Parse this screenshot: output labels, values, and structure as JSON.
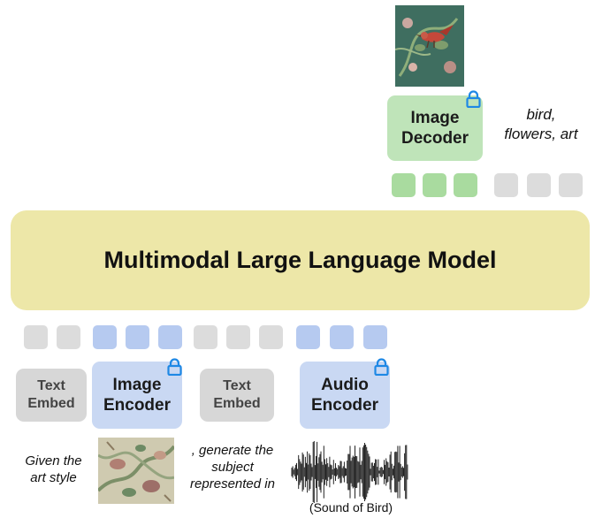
{
  "model": {
    "label": "Multimodal Large Language Model"
  },
  "decoder": {
    "label": "Image\nDecoder",
    "output_text": "bird,\nflowers, art"
  },
  "encoders": {
    "text_embed_1": "Text\nEmbed",
    "image_encoder": "Image\nEncoder",
    "text_embed_2": "Text\nEmbed",
    "audio_encoder": "Audio\nEncoder"
  },
  "prompt": {
    "part1": "Given the\nart style",
    "part2": ", generate the\nsubject\nrepresented in",
    "audio_caption": "(Sound of Bird)"
  },
  "colors": {
    "model": "#ede7a8",
    "decoder": "#bfe4b9",
    "encoder": "#c9d8f3",
    "embed": "#d7d7d7",
    "lock": "#1e88e5"
  },
  "icons": {
    "lock": "lock-icon",
    "waveform": "waveform-icon"
  }
}
